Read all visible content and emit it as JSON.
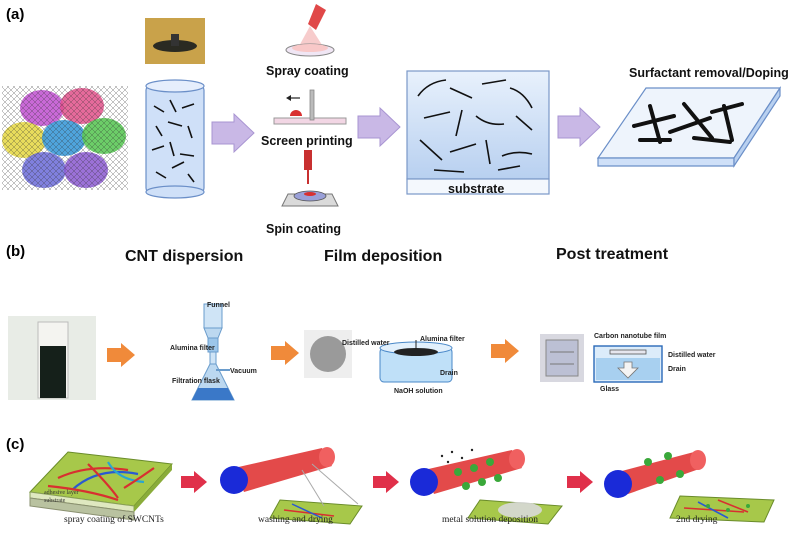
{
  "panels": {
    "a": {
      "letter": "(a)",
      "step_labels": [
        "Spray coating",
        "Screen printing",
        "Spin coating"
      ],
      "substrate_label": "substrate",
      "final_label": "Surfactant removal/Doping"
    },
    "b": {
      "letter": "(b)",
      "headings": [
        "CNT  dispersion",
        "Film deposition",
        "Post treatment"
      ],
      "filtration_labels": [
        "Funnel",
        "Alumina filter",
        "Vacuum",
        "Filtration flask"
      ],
      "transfer_labels": [
        "Distilled water",
        "Alumina filter",
        "Drain",
        "NaOH solution"
      ],
      "post_labels": [
        "Carbon nanotube film",
        "Distilled water",
        "Drain",
        "Glass"
      ]
    },
    "c": {
      "letter": "(c)",
      "captions": [
        "spray coating of SWCNTs",
        "washing and drying",
        "metal solution deposition",
        "2nd drying"
      ],
      "layer_labels": [
        "adhesive layer",
        "substrate"
      ]
    }
  },
  "colors": {
    "arrow_a": "#c9b8e6",
    "arrow_b": "#f08a3a",
    "arrow_c": "#e0304a",
    "glass_blue": "#c8dcf5",
    "cnt": "#111111"
  }
}
